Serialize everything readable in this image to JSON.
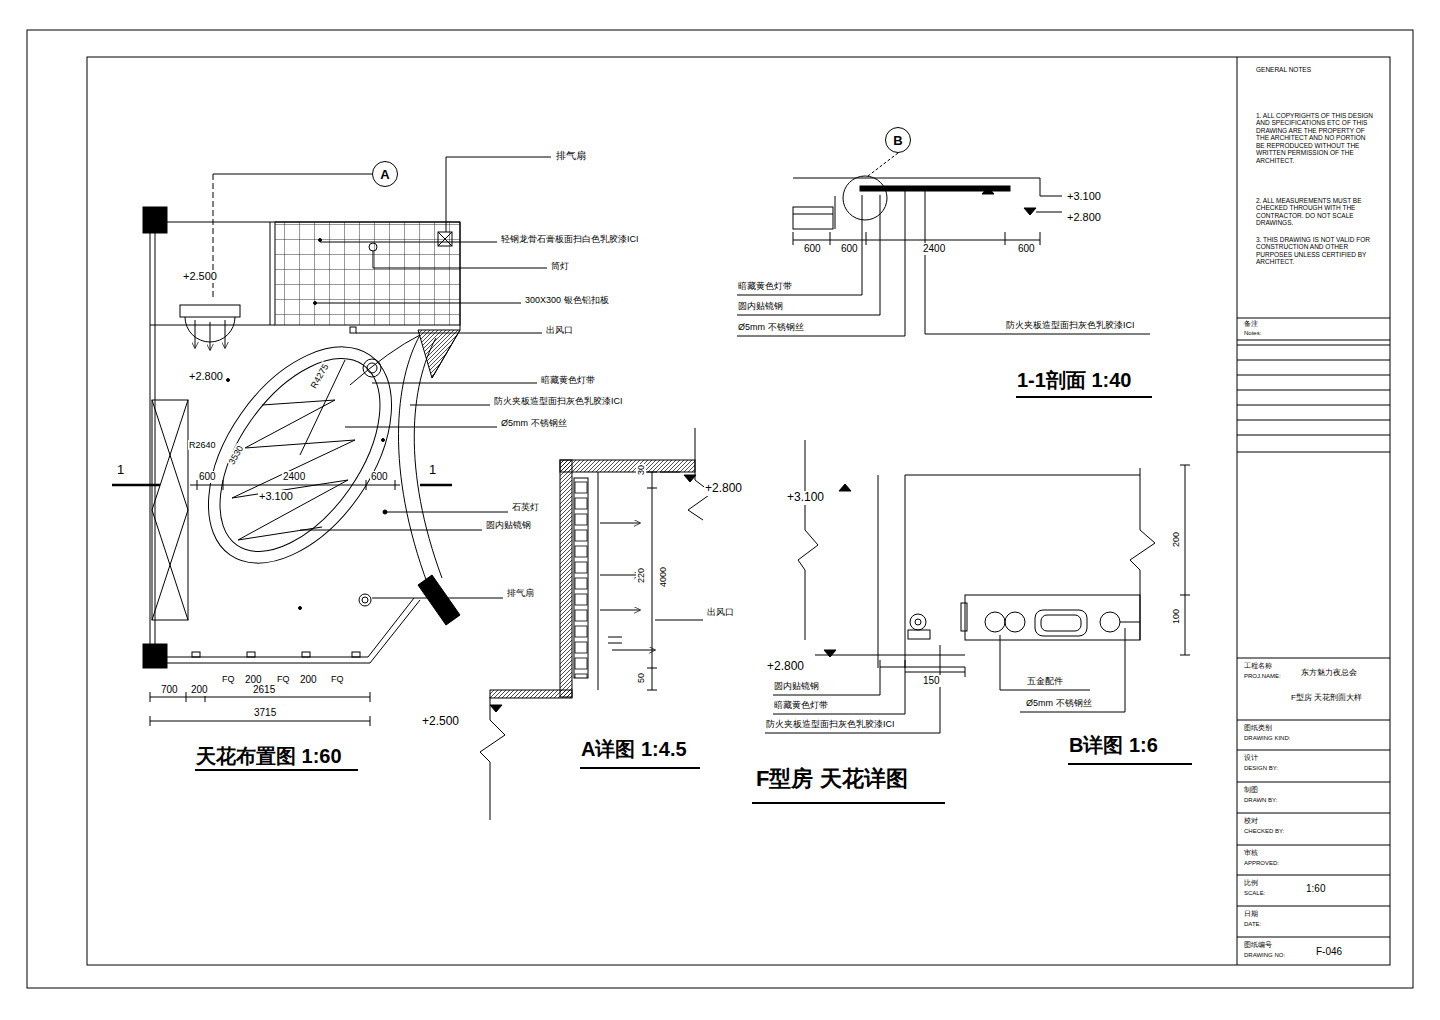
{
  "diagram": {
    "title": "F型房 天花详图",
    "nodes": [
      {
        "text": [
          "A"
        ]
      },
      {
        "text": [
          "B"
        ]
      }
    ],
    "labels": [
      "排气扇",
      "轻钢龙骨石膏板面扫白色乳胶漆ICI",
      "筒灯",
      "300X300 银色铝扣板",
      "出风口",
      "暗藏黄色灯带",
      "防火夹板造型面扫灰色乳胶漆ICI",
      "Ø5mm 不锈钢丝",
      "石英灯",
      "圆内贴镜钢",
      "排气扇",
      "+2.500",
      "+2.800",
      "+3.100",
      "R2640",
      "R4275",
      "3530",
      "600",
      "2400",
      "600",
      "1",
      "1",
      "FQ",
      "200",
      "FQ",
      "200",
      "FQ",
      "700",
      "200",
      "2615",
      "3715",
      "天花布置图 1:60",
      "+2.800",
      "30",
      "220",
      "4000",
      "50",
      "出风口",
      "+2.500",
      "A详图 1:4.5",
      "+3.100",
      "+2.800",
      "600",
      "600",
      "2400",
      "600",
      "暗藏黄色灯带",
      "圆内贴镜钢",
      "Ø5mm 不锈钢丝",
      "防火夹板造型面扫灰色乳胶漆ICI",
      "1-1剖面 1:40",
      "+3.100",
      "+2.800",
      "200",
      "100",
      "150",
      "圆内贴镜钢",
      "暗藏黄色灯带",
      "防火夹板造型面扫灰色乳胶漆ICI",
      "五金配件",
      "Ø5mm 不锈钢丝",
      "B详图 1:6",
      "GENERAL NOTES",
      "1. ALL COPYRIGHTS OF THIS DESIGN AND SPECIFICATIONS ETC OF THIS DRAWING ARE THE PROPERTY OF THE ARCHITECT AND NO PORTION BE REPRODUCED WITHOUT THE WRITTEN PERMISSION OF THE ARCHITECT.",
      "2. ALL MEASUREMENTS MUST BE CHECKED THROUGH WITH THE CONTRACTOR. DO NOT SCALE DRAWINGS.",
      "3. THIS DRAWING IS NOT VALID FOR CONSTRUCTION AND OTHER PURPOSES UNLESS CERTIFIED BY ARCHITECT.",
      "备注",
      "Notes:",
      "工程名称",
      "PROJ.NAME:",
      "东方魅力夜总会",
      "F型房 天花剖面大样",
      "图纸类别",
      "DRAWING KIND:",
      "设计",
      "DESIGN BY:",
      "制图",
      "DRAWN BY:",
      "校对",
      "CHECKED BY:",
      "审核",
      "APPROVED:",
      "比例",
      "SCALE:",
      "1:60",
      "日期",
      "DATE:",
      "图纸编号",
      "DRAWING NO:",
      "F-046"
    ]
  }
}
